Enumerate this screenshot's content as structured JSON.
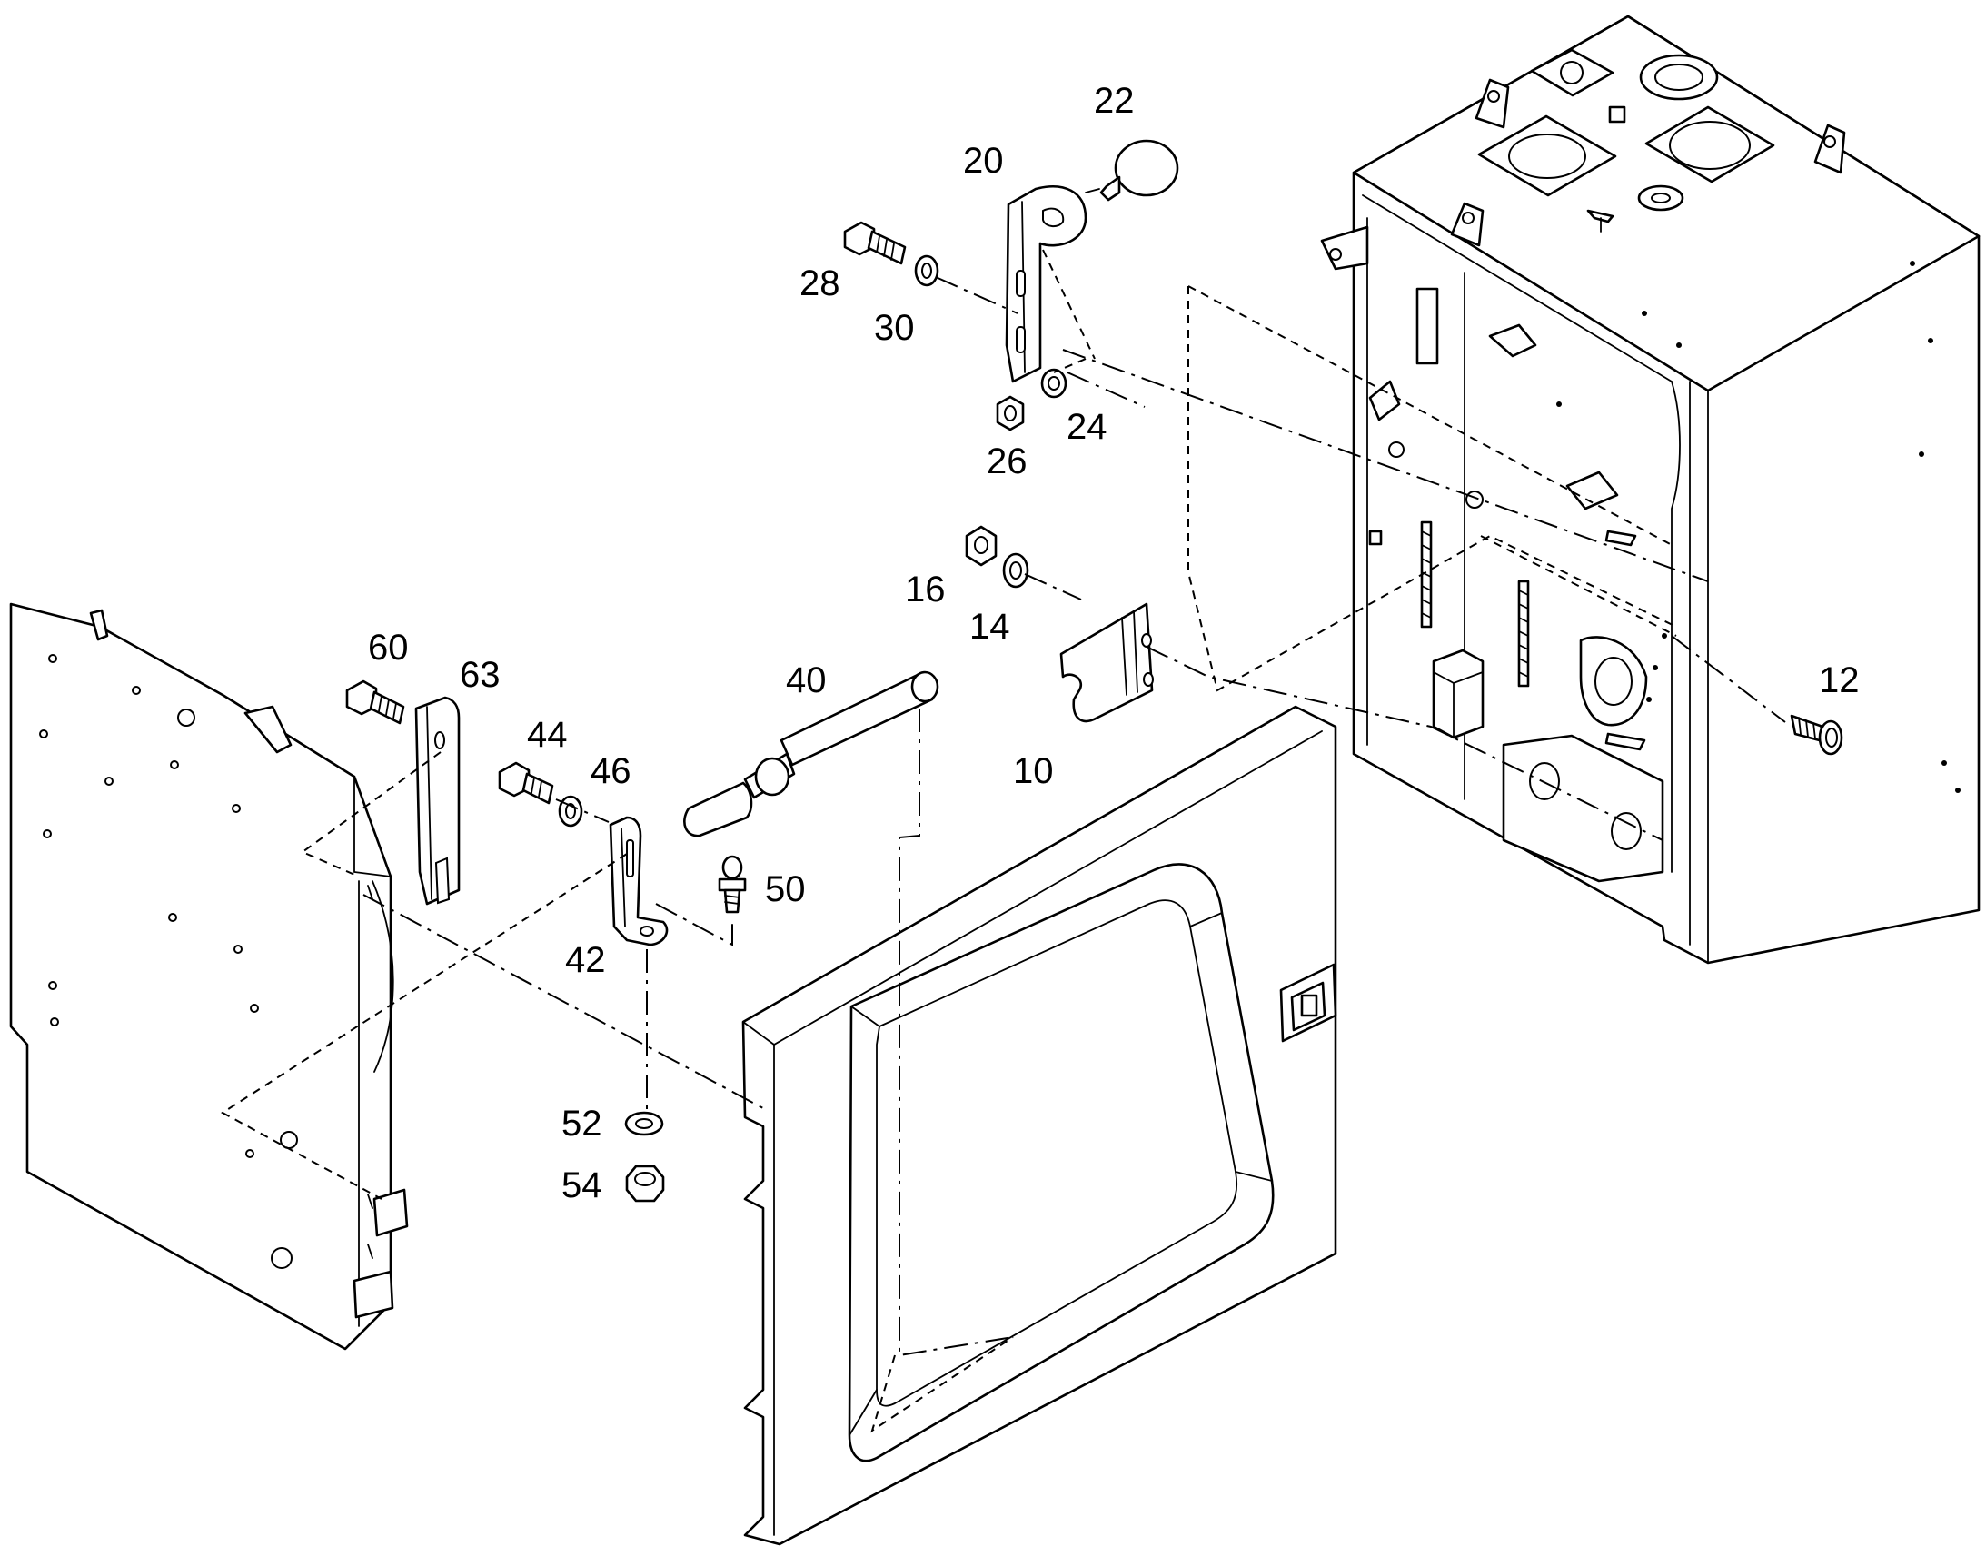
{
  "callouts": {
    "c10": "10",
    "c12": "12",
    "c14": "14",
    "c16": "16",
    "c20": "20",
    "c22": "22",
    "c24": "24",
    "c26": "26",
    "c28": "28",
    "c30": "30",
    "c40": "40",
    "c42": "42",
    "c44": "44",
    "c46": "46",
    "c50": "50",
    "c52": "52",
    "c54": "54",
    "c60": "60",
    "c63": "63"
  }
}
